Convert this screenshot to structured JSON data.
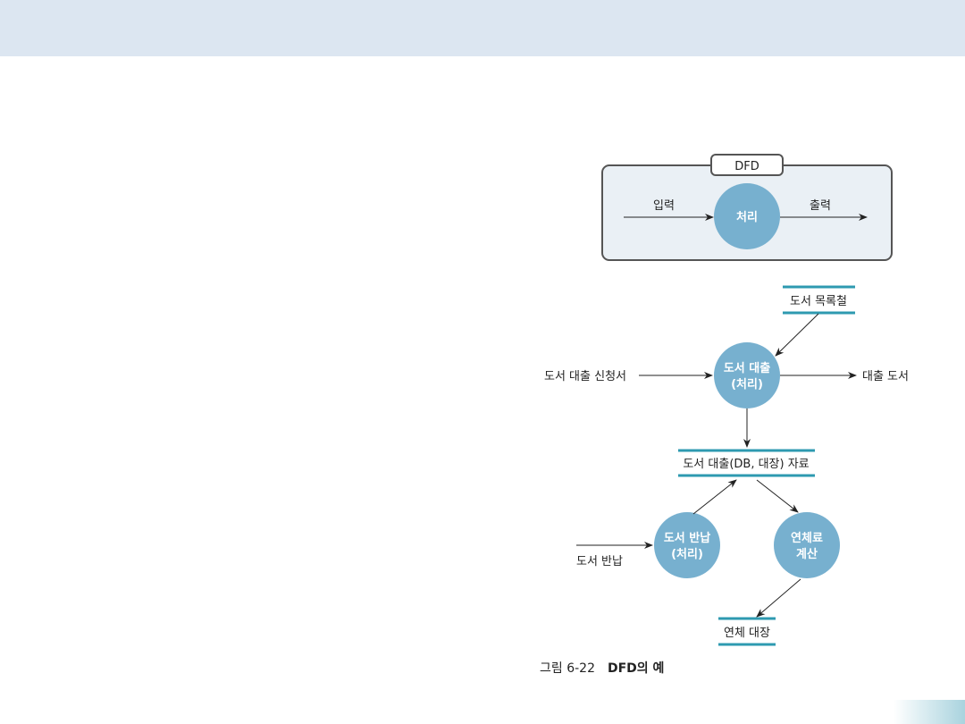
{
  "top_box": {
    "tab_label": "DFD",
    "process": "처리",
    "input": "입력",
    "output": "출력"
  },
  "diagram": {
    "store_catalog": "도서 목록철",
    "loan_process": [
      "도서 대출",
      "(처리)"
    ],
    "loan_request": "도서 대출 신청서",
    "loaned_books": "대출 도서",
    "store_loan_data": "도서 대출(DB, 대장) 자료",
    "return_process": [
      "도서 반납",
      "(처리)"
    ],
    "return_input": "도서 반납",
    "fee_process": [
      "연체료",
      "계산"
    ],
    "store_overdue": "연체 대장"
  },
  "caption": {
    "number": "그림 6-22",
    "title": "DFD의 예"
  },
  "colors": {
    "process": "#77b0cf",
    "store_line": "#2e9ab0",
    "header_band": "#dce6f1"
  }
}
